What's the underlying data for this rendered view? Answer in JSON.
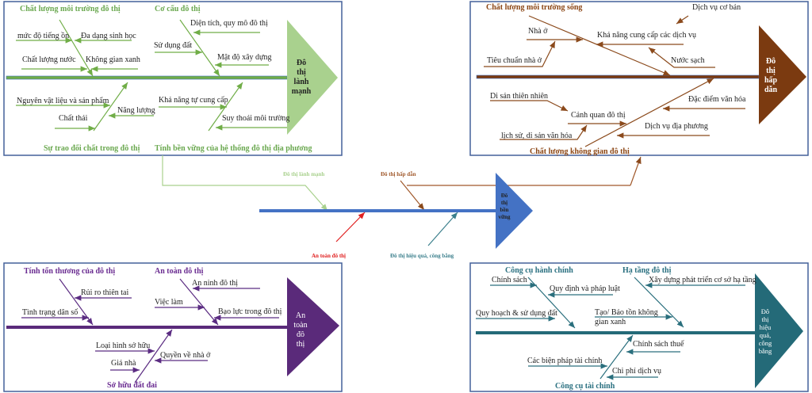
{
  "center": {
    "head": [
      "Đô",
      "thị",
      "bền",
      "vững"
    ],
    "branches": {
      "healthy": "Đô thị lành mạnh",
      "attractive": "Đô thị hấp dẫn",
      "safe": "An toàn đô thị",
      "efficient": "Đô thị hiệu quả, công bằng"
    },
    "colors": {
      "spine": "#4472c4",
      "healthy": "#a9d18e",
      "attractive": "#a0582a",
      "safe": "#e02020",
      "efficient": "#3b7f8c"
    }
  },
  "healthy": {
    "head": [
      "Đô",
      "thị",
      "lành",
      "mạnh"
    ],
    "color": "#70ad47",
    "cats": [
      "Chất lượng môi trường đô thị",
      "Cơ cấu đô thị",
      "Sự trao đổi chất trong đô thị",
      "Tính bền vững của hệ thống đô thị địa phương"
    ],
    "items": [
      "mức độ tiếng ồn",
      "Đa dạng sinh học",
      "Chất lượng nước",
      "Không gian xanh",
      "Diện tích, quy mô đô thị",
      "Sử dụng đất",
      "Mật độ xây dựng",
      "Nguyên vật liệu và sản phẩm",
      "Năng lượng",
      "Chất thải",
      "Khả năng tự cung cấp",
      "Suy thoái môi trường"
    ]
  },
  "attractive": {
    "head": [
      "Đô",
      "thị",
      "hấp",
      "dẫn"
    ],
    "color": "#7b3a10",
    "cats": [
      "Chất lượng môi trường sống",
      "Chất lượng không gian đô thị"
    ],
    "items": [
      "Dịch vụ cơ bản",
      "Nhà ở",
      "Khả năng cung cấp các dịch vụ",
      "Tiêu chuẩn nhà ở",
      "Nước sạch",
      "Di sản thiên nhiên",
      "Cảnh quan đô thị",
      "lịch sử, di sản văn hóa",
      "Đặc điểm văn hóa",
      "Dịch vụ địa phương"
    ]
  },
  "safe": {
    "head": [
      "An",
      "toàn",
      "đô",
      "thị"
    ],
    "color": "#5a2a7a",
    "cats": [
      "Tính tổn thương của đô thị",
      "An toàn đô thị",
      "Sở hữu đất đai"
    ],
    "items": [
      "Rủi ro thiên tai",
      "Tình trạng dân số",
      "An ninh đô thị",
      "Việc làm",
      "Bạo lực trong đô thị",
      "Loại hình sở hữu",
      "Quyền về nhà ở",
      "Giá nhà"
    ]
  },
  "efficient": {
    "head": [
      "Đô",
      "thị",
      "hiệu",
      "quả,",
      "công",
      "bằng"
    ],
    "color": "#246a78",
    "cats": [
      "Công cụ hành chính",
      "Hạ tầng đô thị",
      "Công cụ tài chính"
    ],
    "items": [
      "Chính sách",
      "Quy định và pháp luật",
      "Xây dựng phát triển cơ sở hạ tầng",
      "Quy hoạch & sử dụng đất",
      "Tạo/ Bảo tồn không",
      "gian xanh",
      "Chính sách thuế",
      "Các biện pháp tài chính",
      "Chi phí dịch vụ"
    ]
  }
}
